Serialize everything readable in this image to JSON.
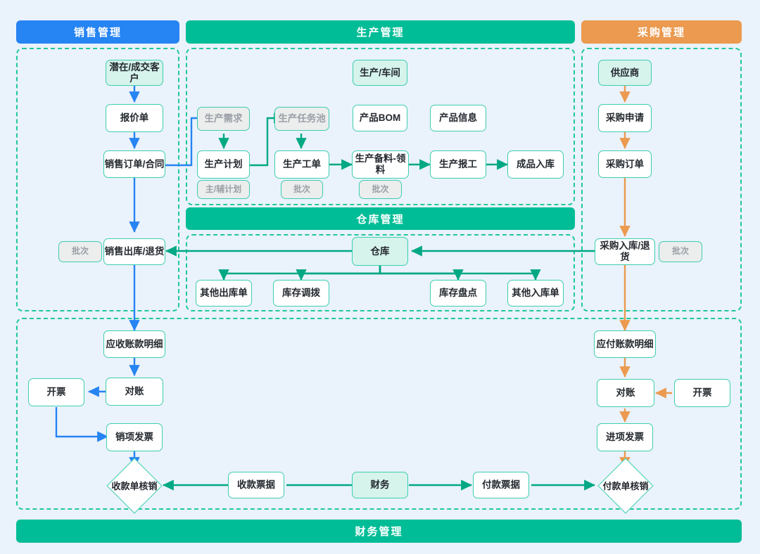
{
  "colors": {
    "background": "#eaf2fb",
    "sales_bar": "#2684f3",
    "production_bar": "#00bd97",
    "purchase_bar": "#eb9a4f",
    "frame_dashed": "#20c997",
    "node_border": "#3ccfae",
    "node_soft_fill": "#d6f3ec",
    "node_muted_fill": "#eceded",
    "muted_text": "#9aa0a6",
    "arrow_blue": "#2684f3",
    "arrow_green": "#00a884",
    "arrow_orange": "#eb9a4f"
  },
  "bars": {
    "sales": "销售管理",
    "production": "生产管理",
    "purchase": "采购管理",
    "warehouse": "仓库管理",
    "finance": "财务管理"
  },
  "sales": {
    "customer": "潜在/成交客户",
    "quotation": "报价单",
    "sales_order": "销售订单/合同",
    "sales_outbound": "销售出库/退货",
    "batch": "批次"
  },
  "production": {
    "workshop": "生产/车间",
    "demand": "生产需求",
    "task_pool": "生产任务池",
    "bom": "产品BOM",
    "product_info": "产品信息",
    "plan": "生产计划",
    "work_order": "生产工单",
    "material_prep": "生产备料-领料",
    "report_work": "生产报工",
    "finished_inbound": "成品入库",
    "plan_tag": "主/辅计划",
    "work_order_tag": "批次",
    "material_tag": "批次"
  },
  "purchase": {
    "supplier": "供应商",
    "requisition": "采购申请",
    "purchase_order": "采购订单",
    "purchase_inbound": "采购入库/退货",
    "batch": "批次"
  },
  "warehouse": {
    "hub": "仓库",
    "other_outbound": "其他出库单",
    "transfer": "库存调拨",
    "stocktake": "库存盘点",
    "other_inbound": "其他入库单"
  },
  "finance": {
    "ar_detail": "应收账款明细",
    "ar_reconcile": "对账",
    "ar_invoice_issue": "开票",
    "output_invoice": "销项发票",
    "receipt_writeoff": "收款单核销",
    "receipt_voucher": "收款票据",
    "finance_hub": "财务",
    "payment_voucher": "付款票据",
    "payment_writeoff": "付款单核销",
    "ap_detail": "应付账款明细",
    "ap_reconcile": "对账",
    "ap_invoice_issue": "开票",
    "input_invoice": "进项发票"
  }
}
